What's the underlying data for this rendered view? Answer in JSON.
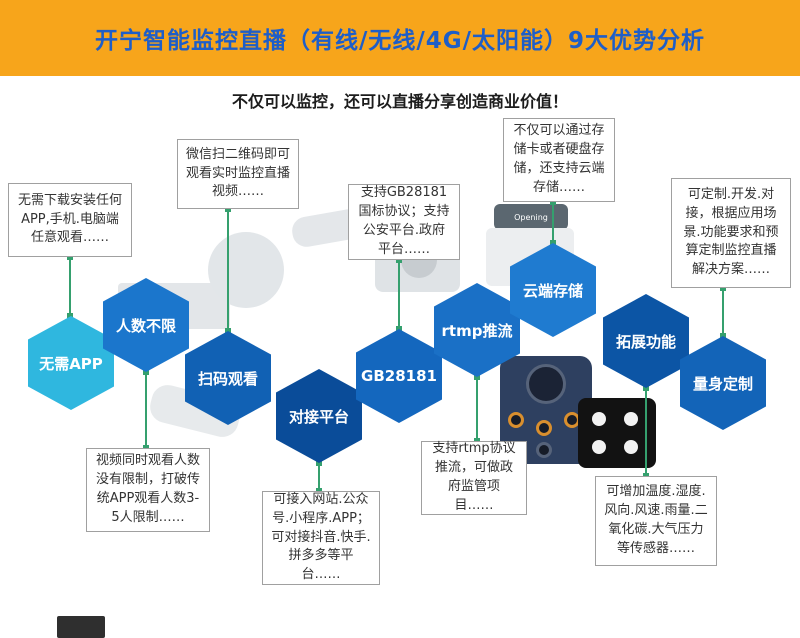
{
  "header": {
    "title": "开宁智能监控直播（有线/无线/4G/太阳能）9大优势分析",
    "subtitle": "不仅可以监控，还可以直播分享创造商业价值！"
  },
  "colors": {
    "banner_bg": "#F7A51B",
    "title_text": "#1E5EC8",
    "connector": "#35A06E"
  },
  "watermark": "Opening",
  "hexagons": [
    {
      "label": "无需APP",
      "color": "#2FB7DF"
    },
    {
      "label": "人数不限",
      "color": "#1B76CC"
    },
    {
      "label": "扫码观看",
      "color": "#1161B4"
    },
    {
      "label": "对接平台",
      "color": "#0A4C99"
    },
    {
      "label": "GB28181",
      "color": "#1467BE"
    },
    {
      "label": "rtmp推流",
      "color": "#1A70C6"
    },
    {
      "label": "云端存储",
      "color": "#1F7BD0"
    },
    {
      "label": "拓展功能",
      "color": "#0C55A5"
    },
    {
      "label": "量身定制",
      "color": "#1364B8"
    }
  ],
  "callouts": [
    {
      "text": "无需下载安装任何APP,手机.电脑端任意观看……"
    },
    {
      "text": "微信扫二维码即可观看实时监控直播视频……"
    },
    {
      "text": "支持GB28181国标协议；支持公安平台.政府平台……"
    },
    {
      "text": "不仅可以通过存储卡或者硬盘存储，还支持云端存储……"
    },
    {
      "text": "可定制.开发.对接，根据应用场景.功能要求和预算定制监控直播解决方案……"
    },
    {
      "text": "视频同时观看人数没有限制，打破传统APP观看人数3-5人限制……"
    },
    {
      "text": "可接入网站.公众号.小程序.APP；可对接抖音.快手.拼多多等平台……"
    },
    {
      "text": "支持rtmp协议推流，可做政府监管项目……"
    },
    {
      "text": "可增加温度.湿度.风向.风速.雨量.二氧化碳.大气压力等传感器……"
    }
  ]
}
